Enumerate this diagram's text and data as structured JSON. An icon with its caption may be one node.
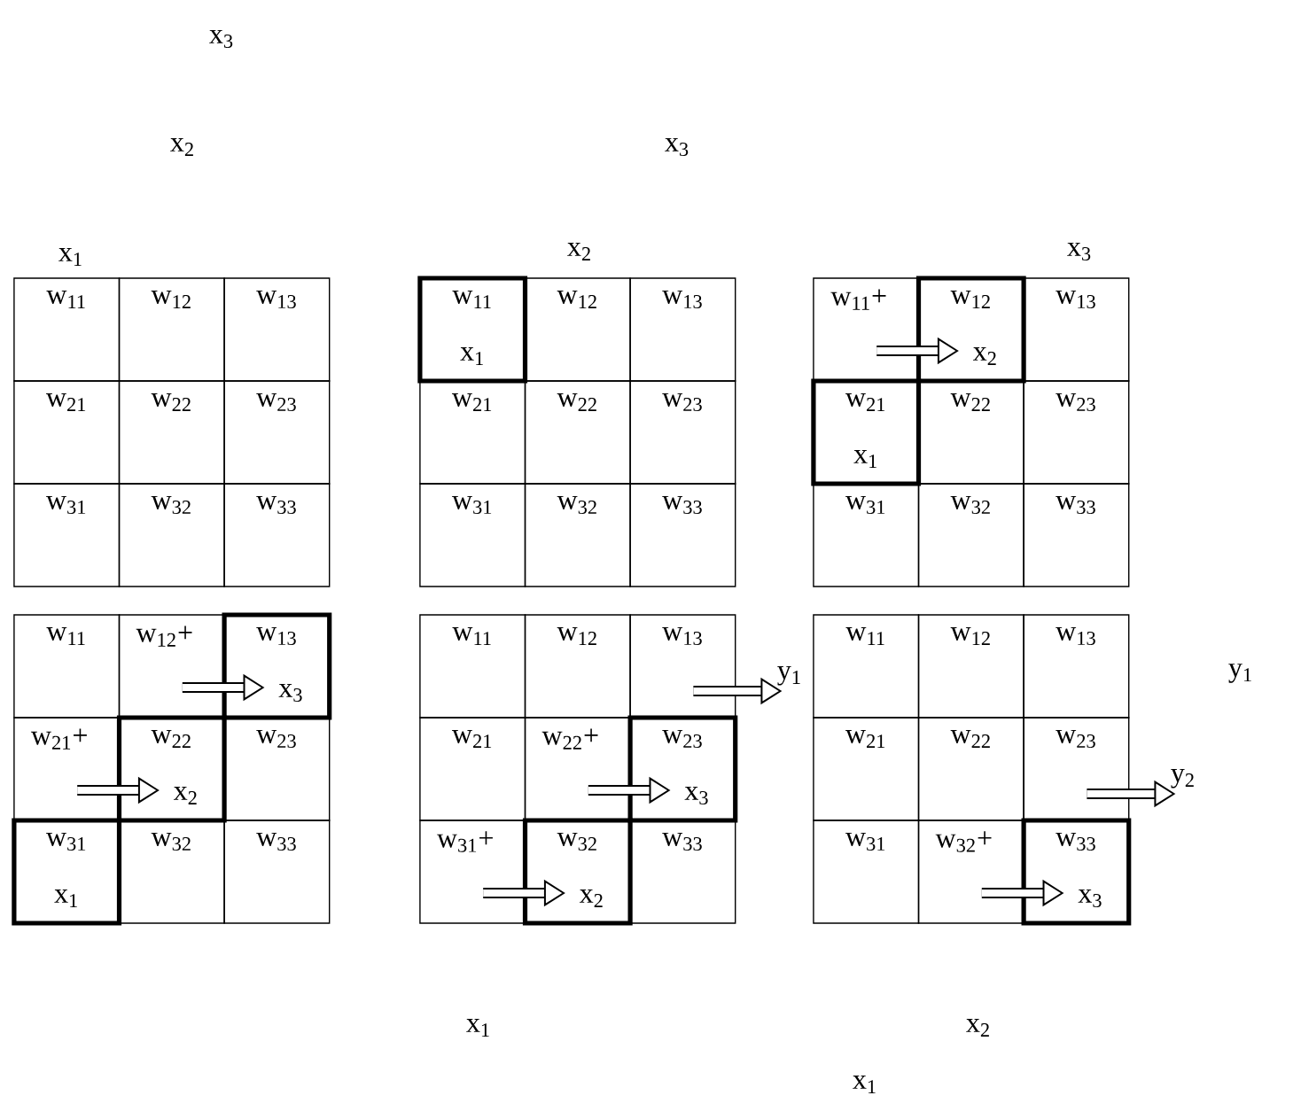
{
  "diagram": {
    "nodes": [
      {
        "text": [
          "w$_{11}$"
        ]
      },
      {
        "text": [
          "w$_{12}$"
        ]
      },
      {
        "text": [
          "w$_{13}$"
        ]
      },
      {
        "text": [
          "w$_{21}$"
        ]
      },
      {
        "text": [
          "w$_{22}$"
        ]
      },
      {
        "text": [
          "w$_{23}$"
        ]
      },
      {
        "text": [
          "w$_{31}$"
        ]
      },
      {
        "text": [
          "w$_{32}$"
        ]
      },
      {
        "text": [
          "w$_{33}$"
        ]
      },
      {
        "text": [
          "w$_{11}$",
          "x$_{1}$"
        ]
      },
      {
        "text": [
          "w$_{12}$"
        ]
      },
      {
        "text": [
          "w$_{13}$"
        ]
      },
      {
        "text": [
          "w$_{21}$"
        ]
      },
      {
        "text": [
          "w$_{22}$"
        ]
      },
      {
        "text": [
          "w$_{23}$"
        ]
      },
      {
        "text": [
          "w$_{31}$"
        ]
      },
      {
        "text": [
          "w$_{32}$"
        ]
      },
      {
        "text": [
          "w$_{33}$"
        ]
      },
      {
        "text": [
          "w$_{11}$+"
        ]
      },
      {
        "text": [
          "w$_{12}$",
          "x$_{2}$"
        ]
      },
      {
        "text": [
          "w$_{13}$"
        ]
      },
      {
        "text": [
          "w$_{21}$",
          "x$_{1}$"
        ]
      },
      {
        "text": [
          "w$_{22}$"
        ]
      },
      {
        "text": [
          "w$_{23}$"
        ]
      },
      {
        "text": [
          "w$_{31}$"
        ]
      },
      {
        "text": [
          "w$_{32}$"
        ]
      },
      {
        "text": [
          "w$_{33}$"
        ]
      },
      {
        "text": [
          "w$_{11}$"
        ]
      },
      {
        "text": [
          "w$_{12}$+"
        ]
      },
      {
        "text": [
          "w$_{13}$",
          "x$_{3}$"
        ]
      },
      {
        "text": [
          "w$_{21}$+"
        ]
      },
      {
        "text": [
          "w$_{22}$",
          "x$_{2}$"
        ]
      },
      {
        "text": [
          "w$_{23}$"
        ]
      },
      {
        "text": [
          "w$_{31}$",
          "x$_{1}$"
        ]
      },
      {
        "text": [
          "w$_{32}$"
        ]
      },
      {
        "text": [
          "w$_{33}$"
        ]
      },
      {
        "text": [
          "w$_{11}$"
        ]
      },
      {
        "text": [
          "w$_{12}$"
        ]
      },
      {
        "text": [
          "w$_{13}$"
        ]
      },
      {
        "text": [
          "w$_{21}$"
        ]
      },
      {
        "text": [
          "w$_{22}$+"
        ]
      },
      {
        "text": [
          "w$_{23}$",
          "x$_{3}$"
        ]
      },
      {
        "text": [
          "w$_{31}$+"
        ]
      },
      {
        "text": [
          "w$_{32}$",
          "x$_{2}$"
        ]
      },
      {
        "text": [
          "w$_{33}$"
        ]
      },
      {
        "text": [
          "w$_{11}$"
        ]
      },
      {
        "text": [
          "w$_{12}$"
        ]
      },
      {
        "text": [
          "w$_{13}$"
        ]
      },
      {
        "text": [
          "w$_{21}$"
        ]
      },
      {
        "text": [
          "w$_{22}$"
        ]
      },
      {
        "text": [
          "w$_{23}$"
        ]
      },
      {
        "text": [
          "w$_{31}$"
        ]
      },
      {
        "text": [
          "w$_{32}$+"
        ]
      },
      {
        "text": [
          "w$_{33}$",
          "x$_{3}$"
        ]
      }
    ],
    "edges": [
      {
        "from": 18,
        "to": 19,
        "arrow": "to"
      },
      {
        "from": 28,
        "to": 29,
        "arrow": "to"
      },
      {
        "from": 30,
        "to": 31,
        "arrow": "to"
      },
      {
        "from": 38,
        "to": null,
        "arrow": "to",
        "label": "y$_{1}$"
      },
      {
        "from": 40,
        "to": 41,
        "arrow": "to"
      },
      {
        "from": 42,
        "to": 43,
        "arrow": "to"
      },
      {
        "from": 50,
        "to": null,
        "arrow": "to",
        "label": "y$_{2}$"
      },
      {
        "from": 52,
        "to": 53,
        "arrow": "to"
      }
    ],
    "labels": [
      "x$_{3}$",
      "x$_{2}$",
      "x$_{3}$",
      "x$_{1}$",
      "x$_{2}$",
      "x$_{3}$",
      "y$_{1}$",
      "x$_{1}$",
      "x$_{2}$",
      "x$_{1}$"
    ]
  }
}
